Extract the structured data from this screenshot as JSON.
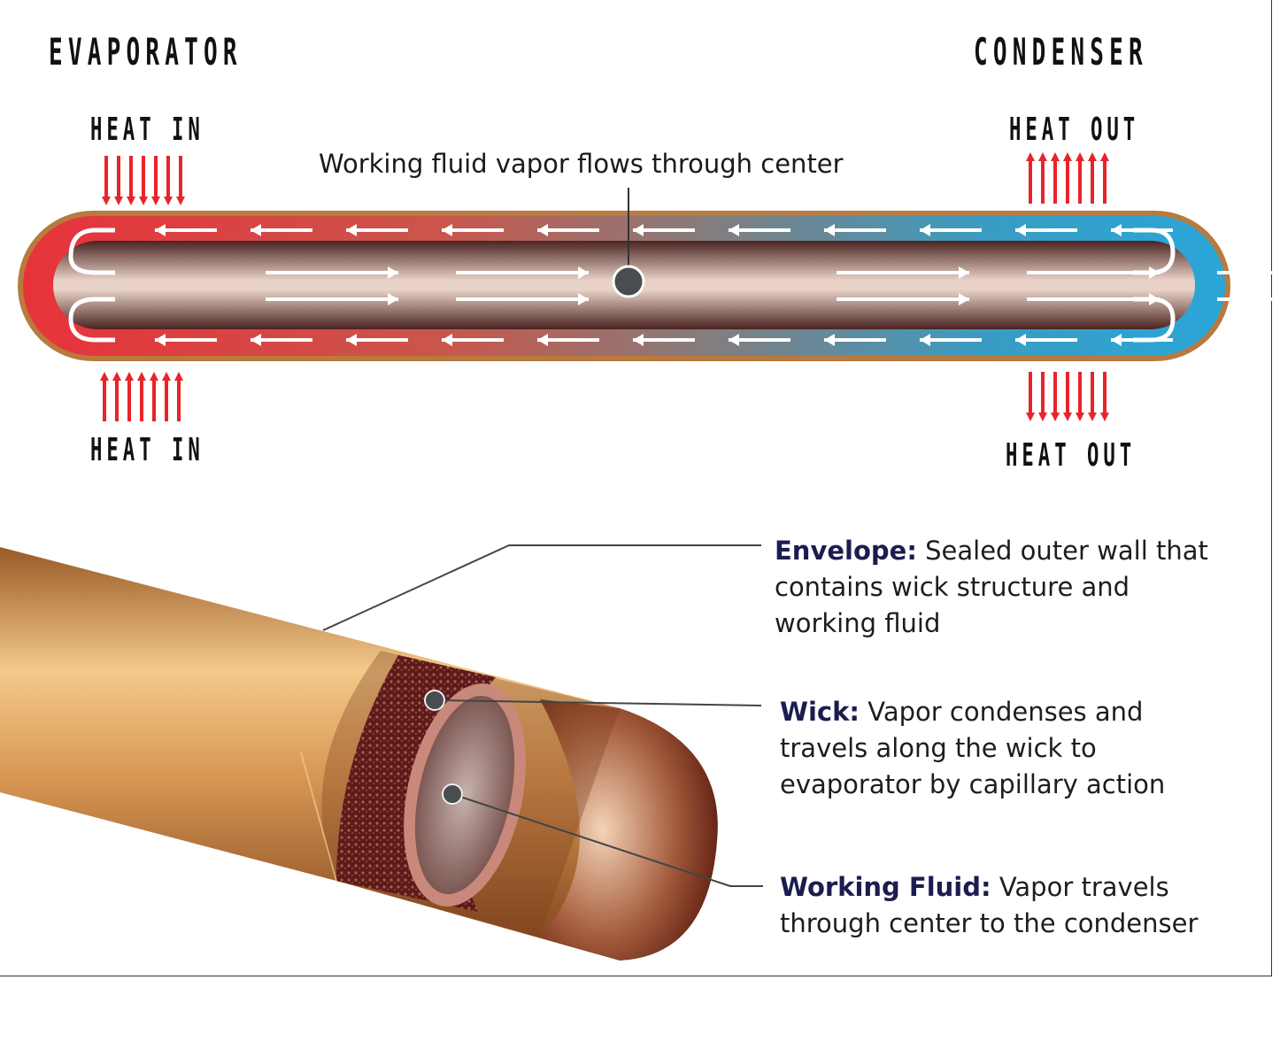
{
  "header": {
    "evaporator_title": "EVAPORATOR",
    "condenser_title": "CONDENSER"
  },
  "heat_labels": {
    "top_left": "HEAT  IN",
    "bottom_left": "HEAT  IN",
    "top_right": "HEAT  OUT",
    "bottom_right": "HEAT  OUT"
  },
  "center_callout": "Working fluid vapor flows through center",
  "legend": [
    {
      "term": "Envelope:",
      "lines": [
        " Sealed outer wall that",
        "contains wick structure and",
        "working fluid"
      ]
    },
    {
      "term": "Wick:",
      "lines": [
        " Vapor condenses and",
        "travels along the wick to",
        "evaporator by capillary action"
      ]
    },
    {
      "term": "Working Fluid:",
      "lines": [
        " Vapor travels",
        "through center to the condenser"
      ]
    }
  ],
  "colors": {
    "heat_arrow": "#e8242b",
    "hot_end": "#e8323a",
    "cold_end": "#2aa6d8",
    "copper": "#c9884a",
    "legend_term": "#1a1d4f"
  },
  "icons": {
    "heat_in_arrows": "arrow-down-icon",
    "heat_out_arrows": "arrow-up-icon",
    "flow_arrows": "arrow-left-icon"
  }
}
